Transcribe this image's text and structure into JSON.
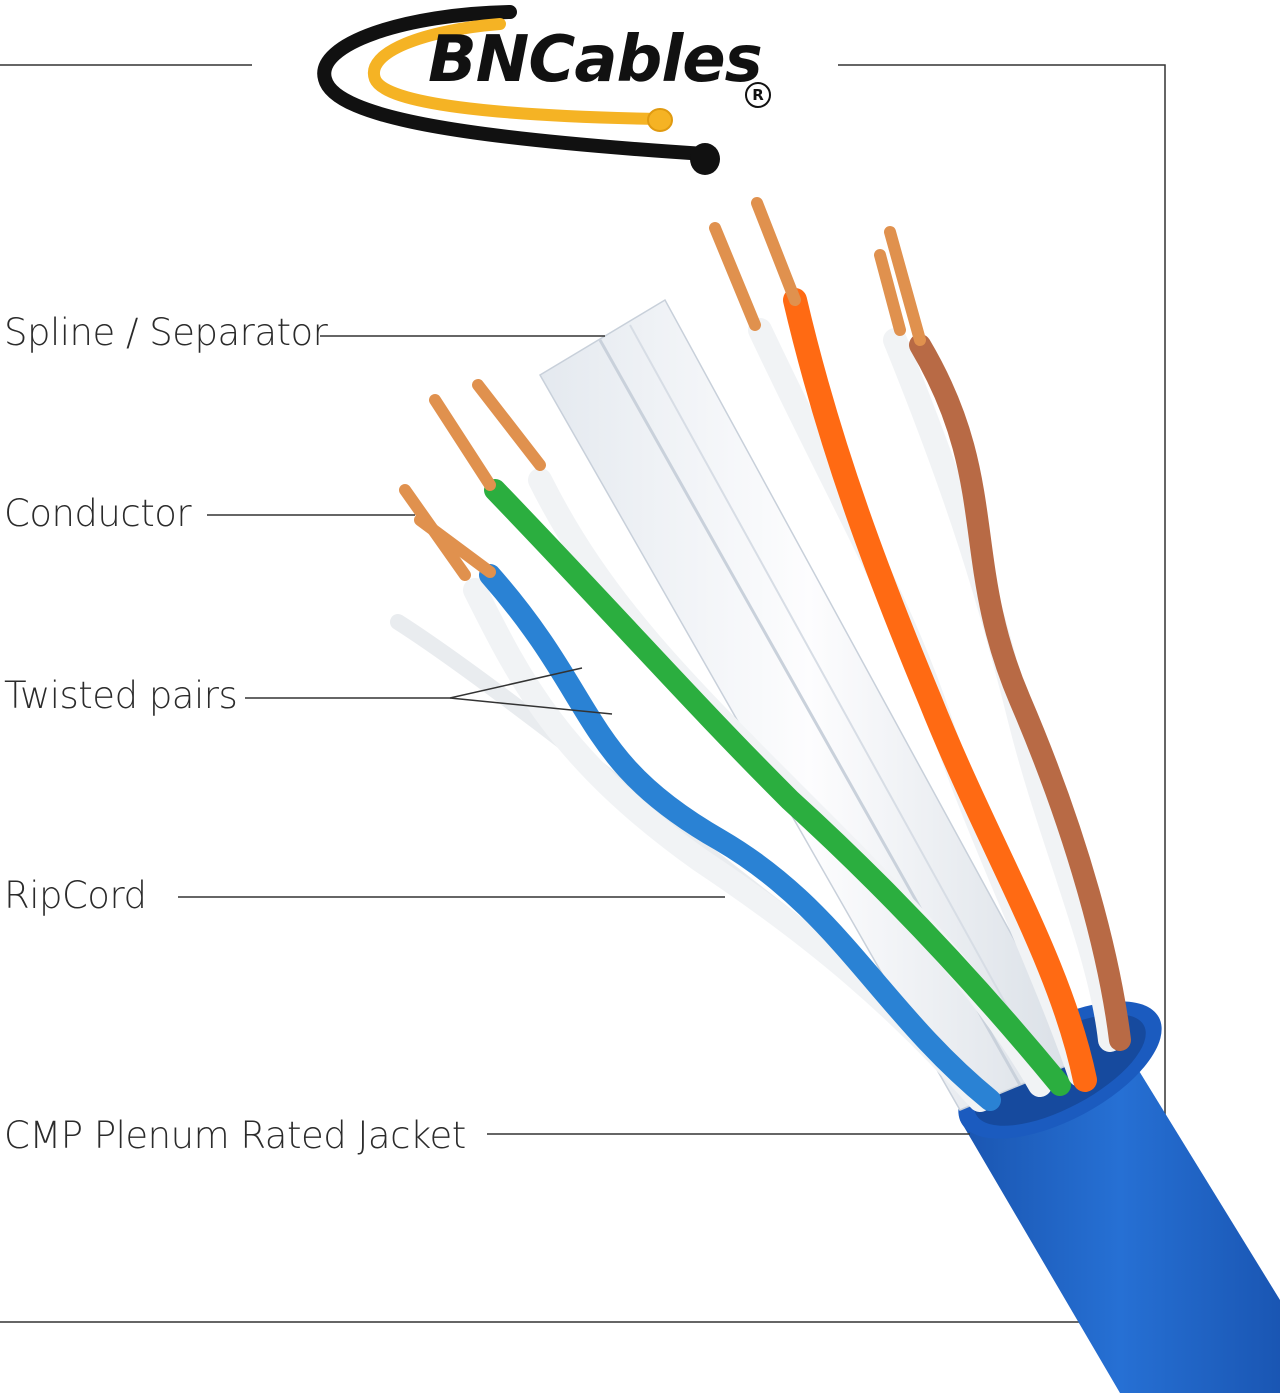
{
  "brand": {
    "name": "BNCables",
    "registered_mark": "R",
    "colors": {
      "swoosh_black": "#111111",
      "swoosh_yellow": "#f5b324"
    }
  },
  "labels": {
    "spline": "Spline / Separator",
    "conductor": "Conductor",
    "twisted_pairs": "Twisted pairs",
    "ripcord": "RipCord",
    "jacket": "CMP Plenum Rated Jacket"
  },
  "colors": {
    "jacket": "#1f63c6",
    "copper": "#e0914e",
    "orange": "#ff6a13",
    "brown": "#b86a45",
    "green": "#2bae3f",
    "blue": "#2a82d4",
    "white_wire": "#f1f3f5",
    "leader_line": "#333333"
  }
}
